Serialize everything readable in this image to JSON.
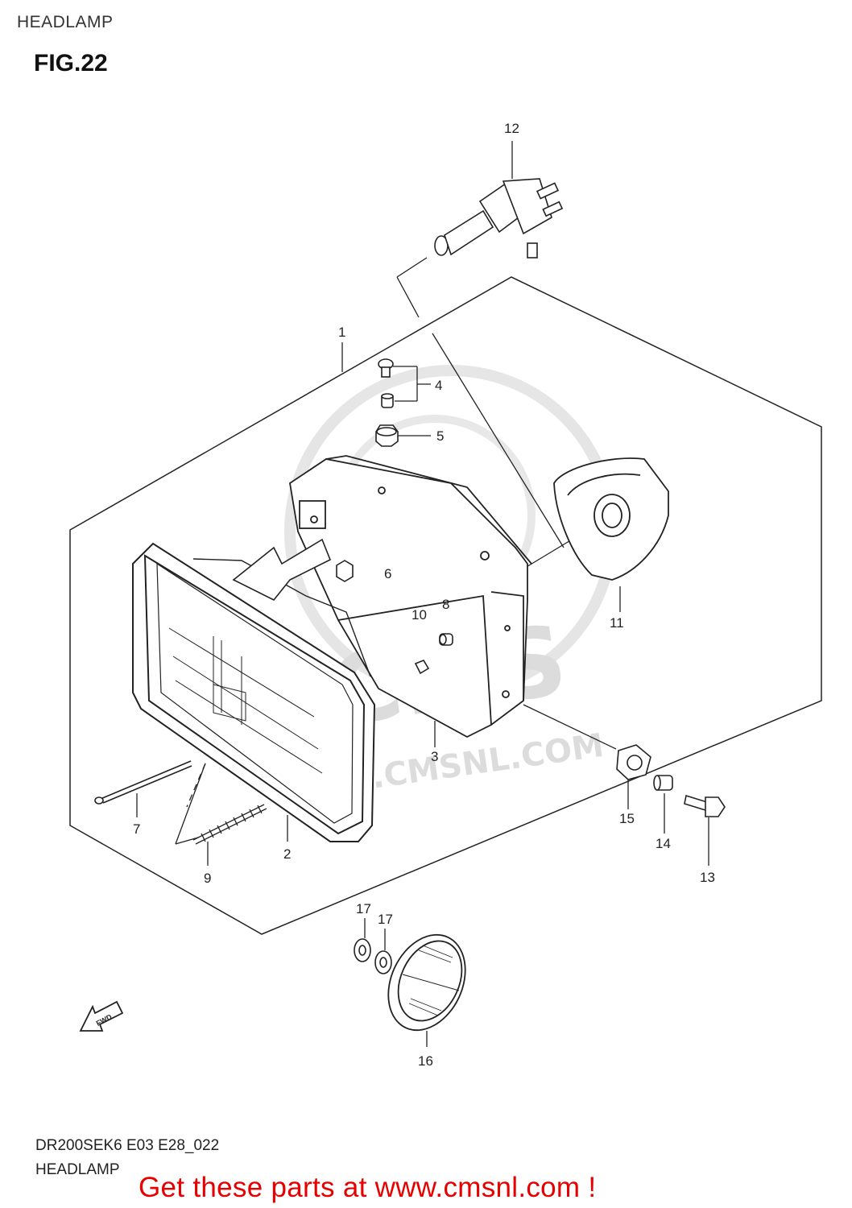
{
  "header": {
    "title": "HEADLAMP"
  },
  "figure": {
    "label": "FIG.22"
  },
  "watermark": {
    "brand": "CMS",
    "url": "WWW.CMSNL.COM"
  },
  "fwd_arrow": {
    "label": "FWD"
  },
  "callouts": {
    "p1": "1",
    "p2": "2",
    "p3": "3",
    "p4": "4",
    "p5": "5",
    "p6": "6",
    "p7": "7",
    "p8": "8",
    "p9": "9",
    "p10": "10",
    "p11": "11",
    "p12": "12",
    "p13": "13",
    "p14": "14",
    "p15": "15",
    "p16": "16",
    "p17a": "17",
    "p17b": "17"
  },
  "footer": {
    "model_code": "DR200SEK6 E03 E28_022",
    "title": "HEADLAMP",
    "cta": "Get these parts at www.cmsnl.com !"
  },
  "colors": {
    "line": "#222222",
    "cta": "#e60000",
    "watermark": "#d9d9d9"
  }
}
